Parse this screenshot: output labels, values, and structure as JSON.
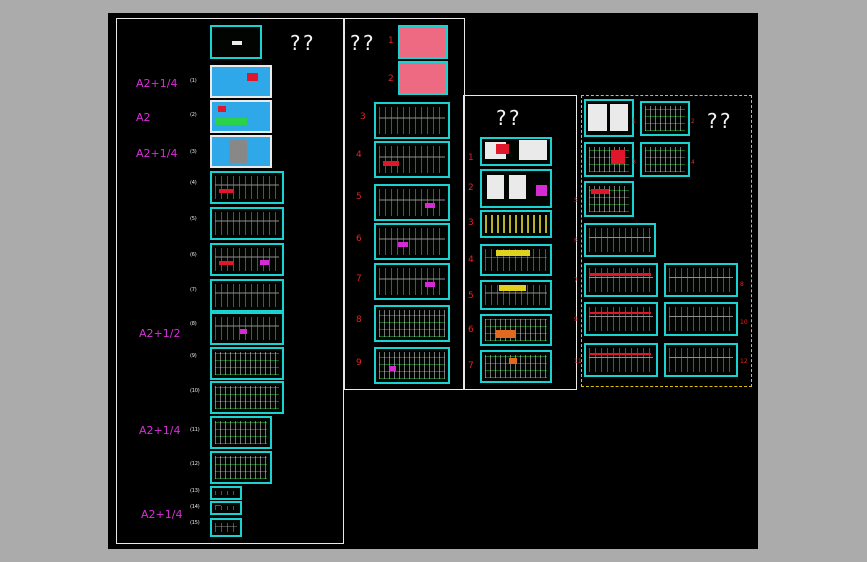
{
  "drawing": {
    "colors": {
      "background": "#000000",
      "frame": "#e8e8e8",
      "sheet_border": "#19d3d3",
      "sheet_number": "#e02424",
      "size_label": "#d630d6",
      "dashed_frame": "#e0c000"
    },
    "question_marks": [
      "??",
      "??",
      "??",
      "??"
    ],
    "size_labels": [
      "A2+1/4",
      "A2",
      "A2+1/4",
      "A2+1/2",
      "A2+1/4",
      "A2+1/4"
    ],
    "col1_numbers": [
      "(1)",
      "(2)",
      "(3)",
      "(4)",
      "(5)",
      "(6)",
      "(7)",
      "(8)",
      "(9)",
      "(10)",
      "(11)",
      "(12)",
      "(13)",
      "(14)",
      "(15)"
    ],
    "col2_numbers": [
      "1",
      "2",
      "3",
      "4",
      "5",
      "6",
      "7",
      "8",
      "9"
    ],
    "col3_numbers": [
      "1",
      "2",
      "3",
      "4",
      "5",
      "6",
      "7"
    ],
    "col4_numbers": [
      "1",
      "2",
      "3",
      "4",
      "5",
      "6",
      "7",
      "8",
      "9",
      "10",
      "11",
      "12"
    ]
  }
}
